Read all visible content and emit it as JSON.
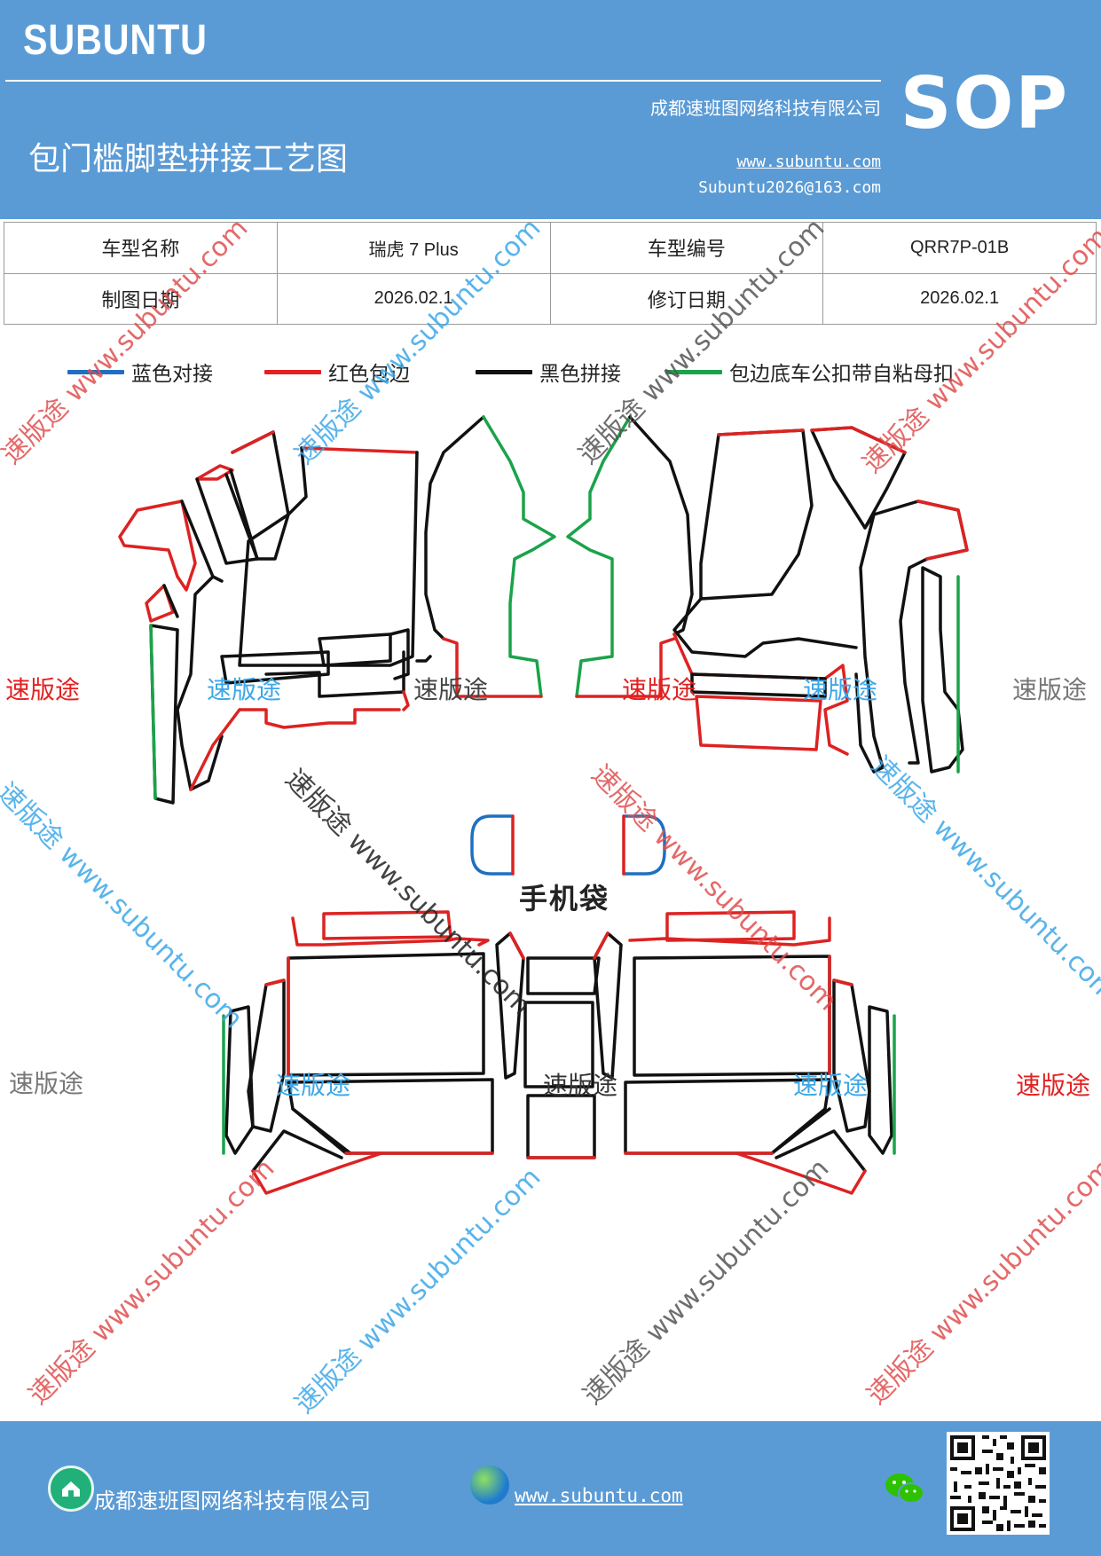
{
  "header": {
    "brand": "SUBUNTU",
    "company": "成都速班图网络科技有限公司",
    "title": "包门槛脚垫拼接工艺图",
    "website": "www.subuntu.com",
    "email": "Subuntu2026@163.com",
    "badge": "SOP"
  },
  "info_table": {
    "model_name_label": "车型名称",
    "model_name": "瑞虎 7 Plus",
    "model_code_label": "车型编号",
    "model_code": "QRR7P-01B",
    "draw_date_label": "制图日期",
    "draw_date": "2026.02.1",
    "revise_date_label": "修订日期",
    "revise_date": "2026.02.1"
  },
  "legend": [
    {
      "label": "蓝色对接",
      "color": "#1f6fc0"
    },
    {
      "label": "红色包边",
      "color": "#e32121"
    },
    {
      "label": "黑色拼接",
      "color": "#111111"
    },
    {
      "label": "包边底车公扣带自粘母扣",
      "color": "#1aa34a"
    }
  ],
  "watermark": {
    "brand": "速版途",
    "brand_url": "速版途 www.subuntu.com",
    "url": "www.subuntu.com"
  },
  "pocket_label": "手机袋",
  "footer": {
    "company": "成都速班图网络科技有限公司",
    "website": "www.subuntu.com"
  },
  "icons": {
    "home": "home-icon",
    "globe": "globe-icon",
    "wechat": "wechat-icon",
    "qr": "qr-code"
  }
}
